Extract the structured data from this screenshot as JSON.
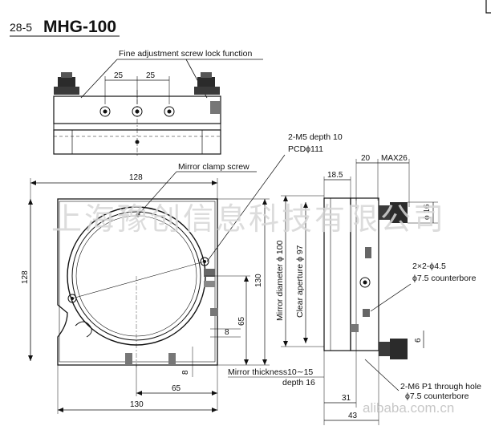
{
  "header": {
    "code": "28-5",
    "model": "MHG-100"
  },
  "labels": {
    "fine_adjust": "Fine adjustment screw lock function",
    "spacing_left": "25",
    "spacing_right": "25",
    "m5_line1": "2-M5 depth 10",
    "m5_line2": "PCDϕ111",
    "mirror_clamp": "Mirror clamp screw",
    "width_128": "128",
    "height_128": "128",
    "height_130": "130",
    "height_65": "65",
    "dim_8_side": "8",
    "dim_8_bottom": "8",
    "width_65": "65",
    "width_130": "130",
    "side_20": "20",
    "side_max26": "MAX26",
    "side_18_5": "18.5",
    "knob_dia": "ϕ 16",
    "mirror_dia": "Mirror diameter ϕ 100",
    "clear_ap": "Clear aperture ϕ 97",
    "cb_line1": "2×2-ϕ4.5",
    "cb_line2": "ϕ7.5 counterbore",
    "dim_6": "6",
    "thick_line1": "Mirror thickness10∼15",
    "thick_line2": "depth 16",
    "m6_line1": "2-M6 P1 through hole",
    "m6_line2": "ϕ7.5 counterbore",
    "side_31": "31",
    "side_43": "43"
  },
  "watermark": {
    "company": "上海豫创信息科技有限公司",
    "site": "alibaba.com.cn"
  },
  "icons": {
    "corner_mark": "corner-bracket-icon"
  }
}
